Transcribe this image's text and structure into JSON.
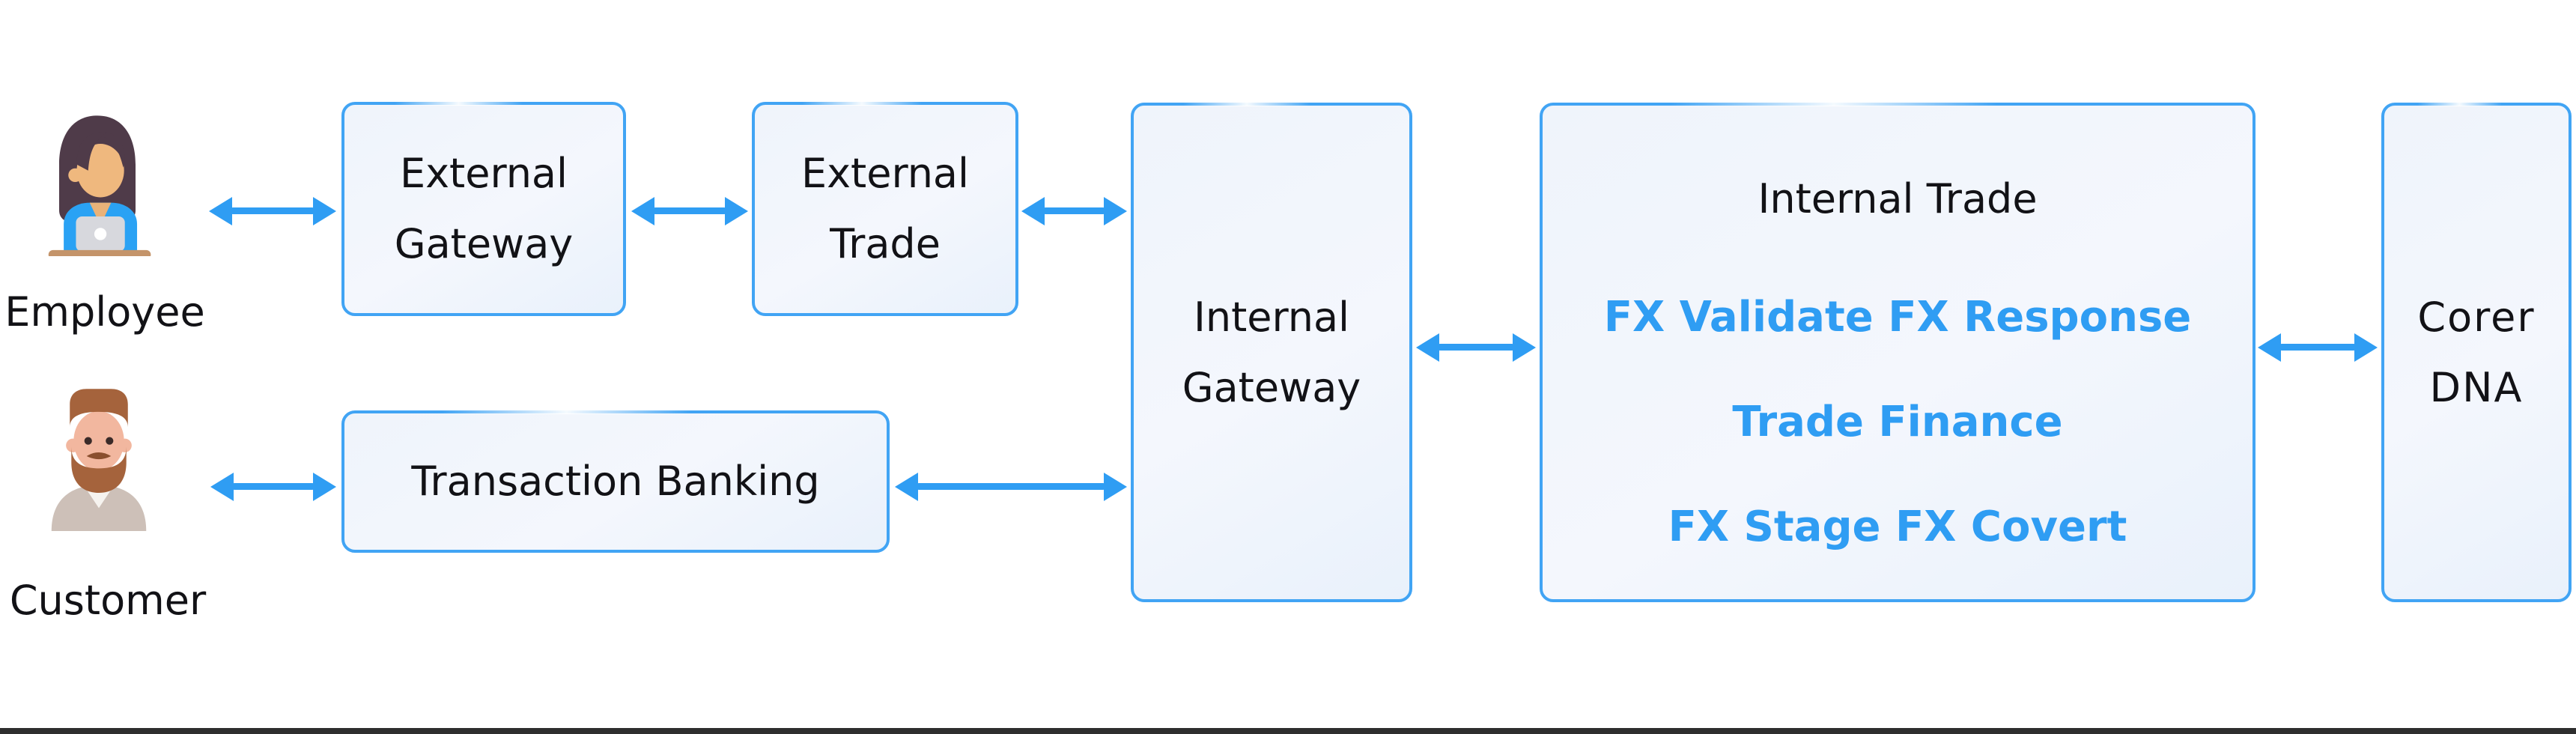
{
  "diagram": {
    "colors": {
      "accent_blue": "#2f9df3",
      "border_blue": "#41a4f4",
      "box_fill": "#f1f6fc",
      "text_dark": "#121216",
      "bottom_bar": "#2e2e2e"
    },
    "actors": [
      {
        "id": "employee",
        "label": "Employee",
        "icon": "woman-at-laptop-icon"
      },
      {
        "id": "customer",
        "label": "Customer",
        "icon": "bearded-man-icon"
      }
    ],
    "nodes": {
      "external_gateway": {
        "line1": "External",
        "line2": "Gateway"
      },
      "external_trade": {
        "line1": "External",
        "line2": "Trade"
      },
      "internal_gateway": {
        "line1": "Internal",
        "line2": "Gateway"
      },
      "transaction_banking": {
        "label": "Transaction Banking"
      },
      "internal_trade": {
        "title": "Internal Trade",
        "items": [
          "FX Validate FX Response",
          "Trade Finance",
          "FX Stage FX Covert"
        ]
      },
      "corer_dna": {
        "line1": "Corer",
        "line2": "DNA"
      }
    },
    "connections": [
      {
        "from": "Employee",
        "to": "External Gateway",
        "bidirectional": true
      },
      {
        "from": "External Gateway",
        "to": "External Trade",
        "bidirectional": true
      },
      {
        "from": "External Trade",
        "to": "Internal Gateway",
        "bidirectional": true
      },
      {
        "from": "Internal Gateway",
        "to": "Internal Trade",
        "bidirectional": true
      },
      {
        "from": "Customer",
        "to": "Transaction Banking",
        "bidirectional": true
      },
      {
        "from": "Transaction Banking",
        "to": "Internal Gateway",
        "bidirectional": true
      },
      {
        "from": "Internal Trade",
        "to": "Corer DNA",
        "bidirectional": true
      }
    ]
  }
}
